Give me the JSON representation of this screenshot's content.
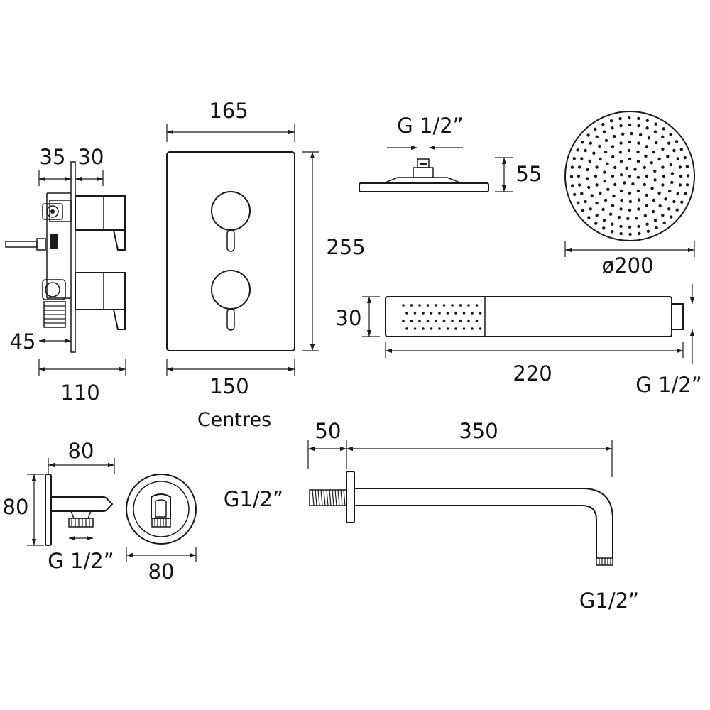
{
  "labels": {
    "valve_depth_front": "35",
    "valve_depth_handle": "30",
    "valve_offset": "45",
    "valve_total_depth": "110",
    "plate_width_top": "165",
    "plate_height": "255",
    "plate_width_bottom": "150",
    "centres": "Centres",
    "showerhead_thread": "G 1/2”",
    "showerhead_height": "55",
    "showerhead_diameter": "ø200",
    "handset_diameter": "30",
    "handset_length": "220",
    "handset_thread": "G 1/2”",
    "outlet_depth": "80",
    "outlet_height": "80",
    "outlet_thread": "G 1/2”",
    "outlet_width": "80",
    "arm_flange": "50",
    "arm_length": "350",
    "arm_inlet_thread": "G1/2”",
    "arm_outlet_thread": "G1/2”"
  }
}
